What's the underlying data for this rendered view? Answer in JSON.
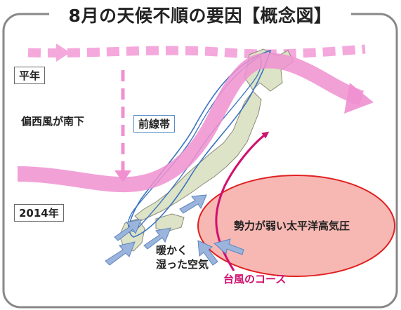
{
  "title": "8月の天候不順の要因【概念図】",
  "labels": {
    "normal_year": "平年",
    "year_2014": "2014年",
    "westerlies_shift": "偏西風が南下",
    "front_zone": "前線帯",
    "pacific_high": "勢力が弱い太平洋高気圧",
    "warm_moist_air_line1": "暖かく",
    "warm_moist_air_line2": "湿った空気",
    "typhoon_course": "台風のコース"
  },
  "colors": {
    "westerlies": "#f090d0",
    "westerlies_normal": "#f4a8dc",
    "front_outline": "#3a73c0",
    "pacific_high_fill": "#f7b8b4",
    "pacific_high_stroke": "#e02020",
    "moist_air_arrow": "#9ab4dc",
    "typhoon": "#d01070",
    "land": "#dde3c6",
    "frame": "#888888"
  },
  "icons": [
    "japan-map",
    "westerly-jet-arrow",
    "moist-air-arrow",
    "typhoon-track-arrow",
    "pacific-high-ellipse"
  ]
}
